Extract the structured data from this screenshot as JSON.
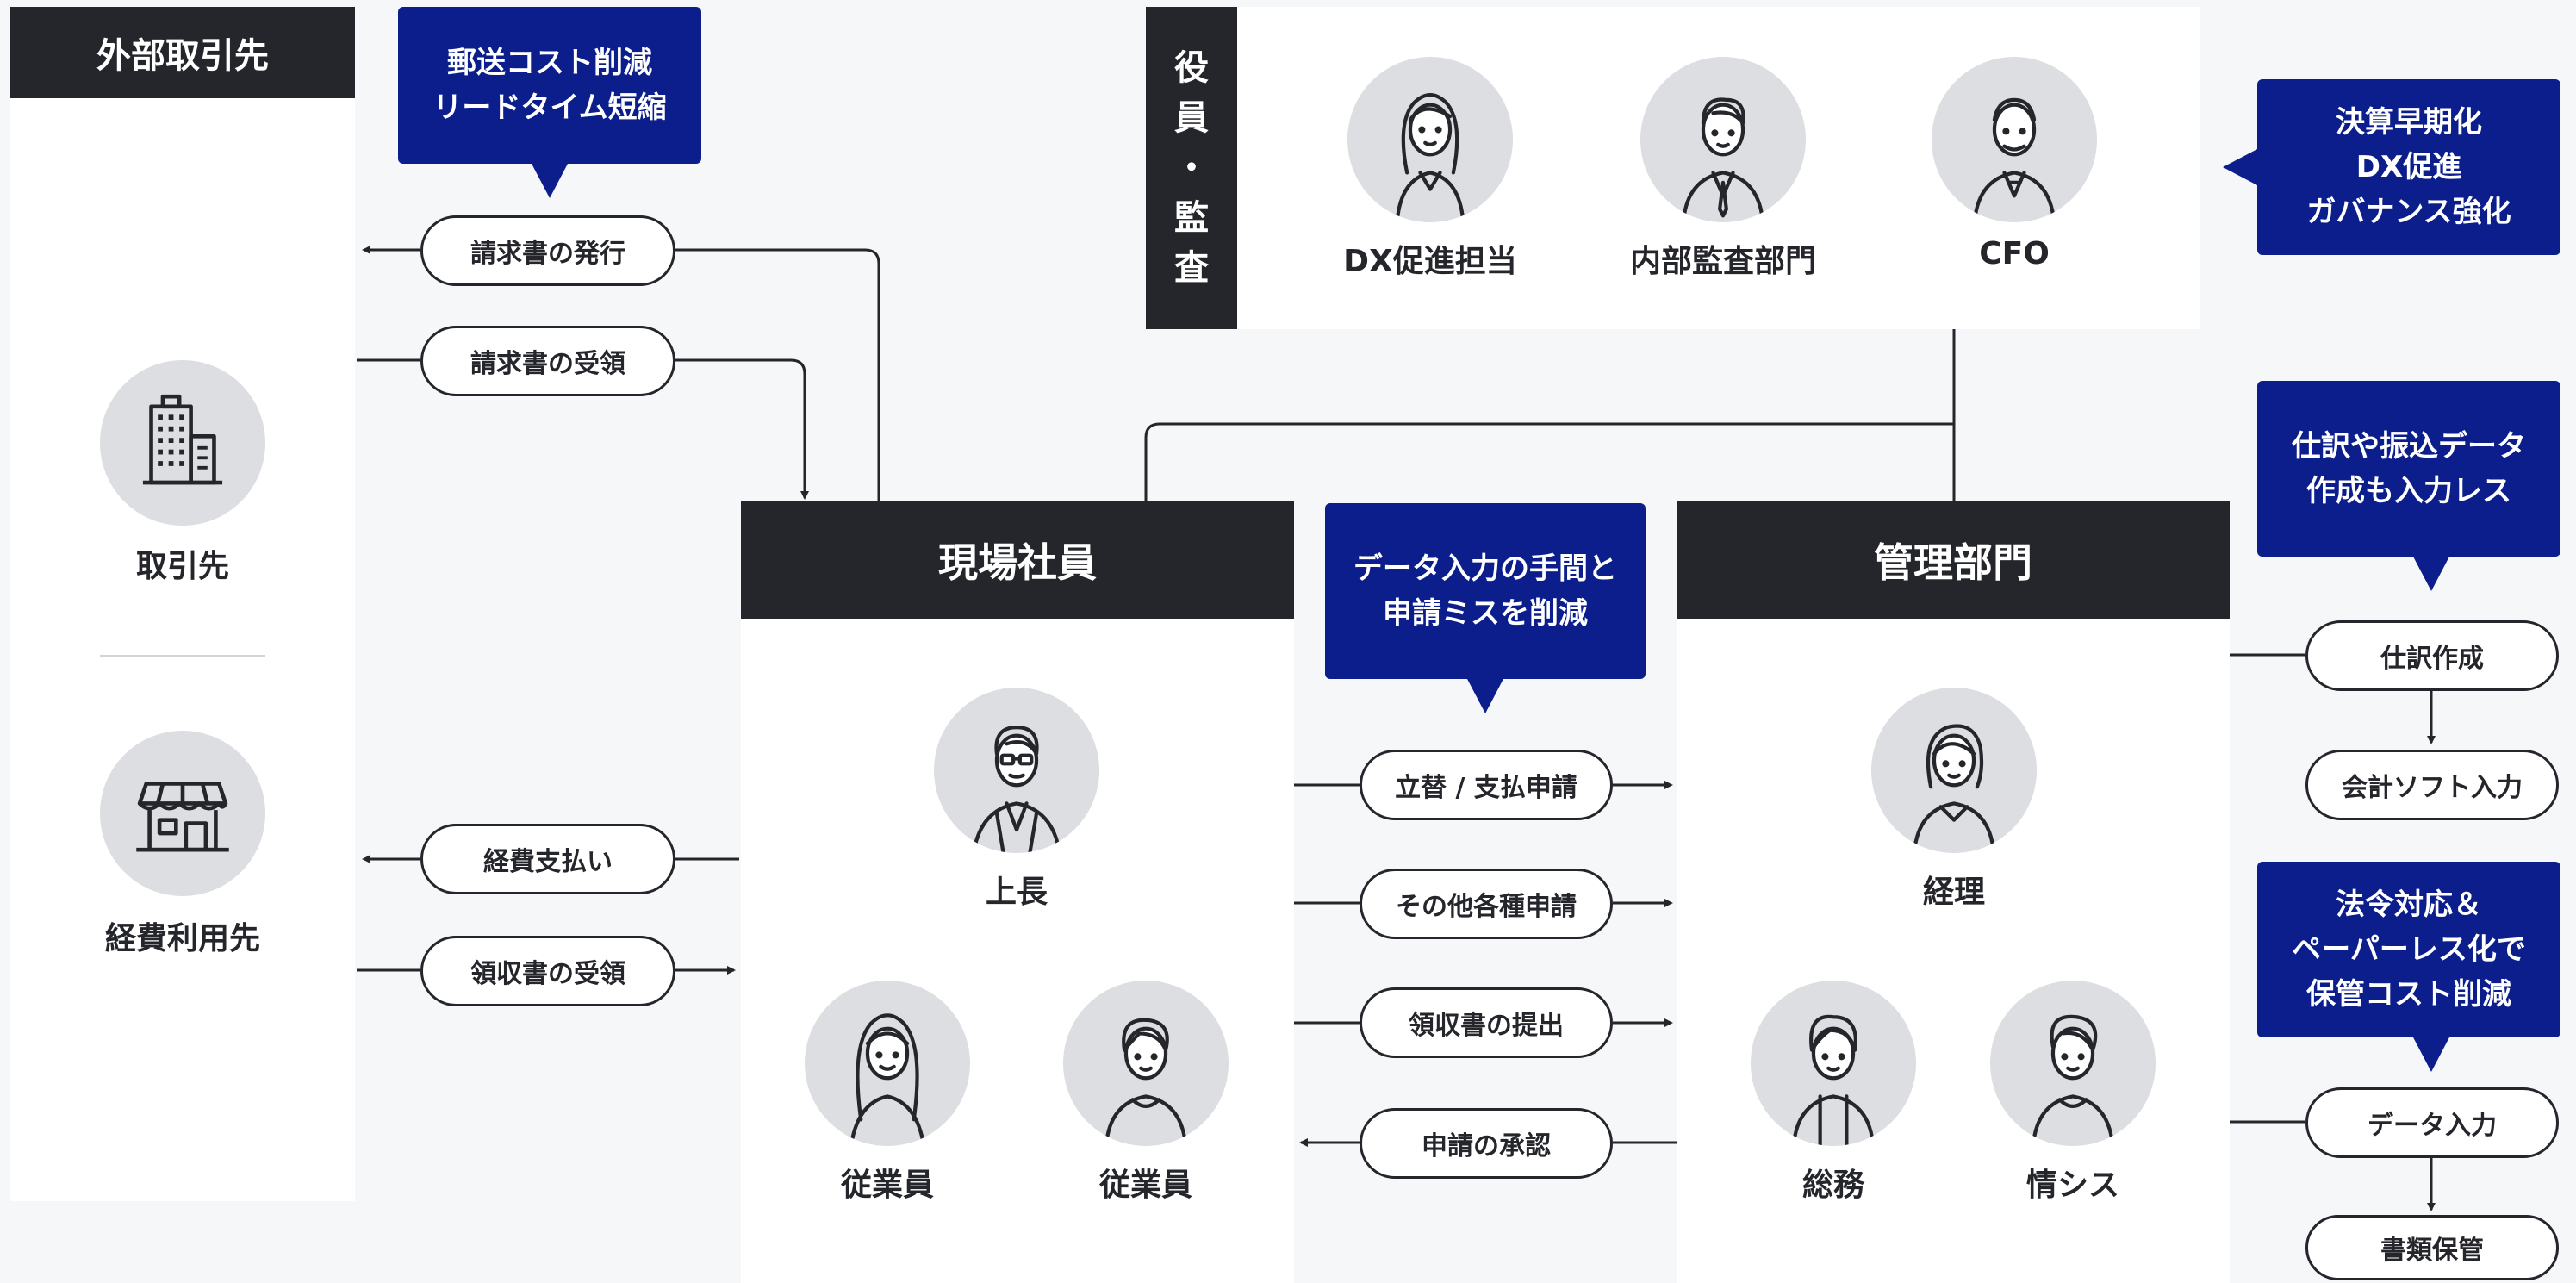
{
  "external": {
    "header": "外部取引先",
    "partner_label": "取引先",
    "vendor_label": "経費利用先",
    "partner_icon": "building-icon",
    "vendor_icon": "store-icon"
  },
  "callouts": {
    "postal": [
      "郵送コスト削減",
      "リードタイム短縮"
    ],
    "closing": [
      "決算早期化",
      "DX促進",
      "ガバナンス強化"
    ],
    "journal": [
      "仕訳や振込データ",
      "作成も入力レス"
    ],
    "data_entry": [
      "データ入力の手間と",
      "申請ミスを削減"
    ],
    "legal": [
      "法令対応＆",
      "ペーパーレス化で",
      "保管コスト削減"
    ]
  },
  "flows": {
    "invoice_issue": "請求書の発行",
    "invoice_receive": "請求書の受領",
    "expense_payment": "経費支払い",
    "receipt_receive": "領収書の受領",
    "reimbursement": "立替 / 支払申請",
    "other_requests": "その他各種申請",
    "receipt_submit": "領収書の提出",
    "approval": "申請の承認",
    "journal_create": "仕訳作成",
    "accounting_input": "会計ソフト入力",
    "data_input": "データ入力",
    "doc_storage": "書類保管"
  },
  "executives": {
    "title_chars": [
      "役",
      "員",
      "・",
      "監",
      "査"
    ],
    "members": [
      "DX促進担当",
      "内部監査部門",
      "CFO"
    ]
  },
  "field": {
    "header": "現場社員",
    "members": [
      "上長",
      "従業員",
      "従業員"
    ]
  },
  "admin": {
    "header": "管理部門",
    "members": [
      "経理",
      "総務",
      "情シス"
    ]
  },
  "colors": {
    "background": "#f6f7f9",
    "dark": "#24262b",
    "accent": "#0b1e8c",
    "avatar_bg": "#dcdee2"
  }
}
